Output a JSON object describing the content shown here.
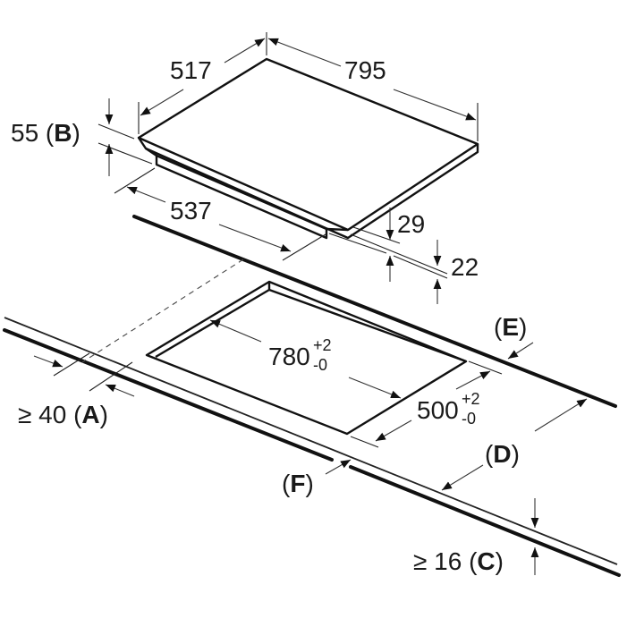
{
  "dimensions": {
    "depth_top": "517",
    "width_top": "795",
    "height_b_value": "55",
    "height_b_letter": "B",
    "depth_body": "537",
    "height_29": "29",
    "height_22": "22",
    "cutout_width": "780",
    "cutout_width_tol_plus": "+2",
    "cutout_width_tol_minus": "-0",
    "cutout_depth": "500",
    "cutout_depth_tol_plus": "+2",
    "cutout_depth_tol_minus": "-0",
    "min_front_value": "≥ 40",
    "min_front_letter": "A",
    "min_thickness_value": "≥ 16",
    "min_thickness_letter": "C",
    "label_d": "D",
    "label_e": "E",
    "label_f": "F"
  }
}
